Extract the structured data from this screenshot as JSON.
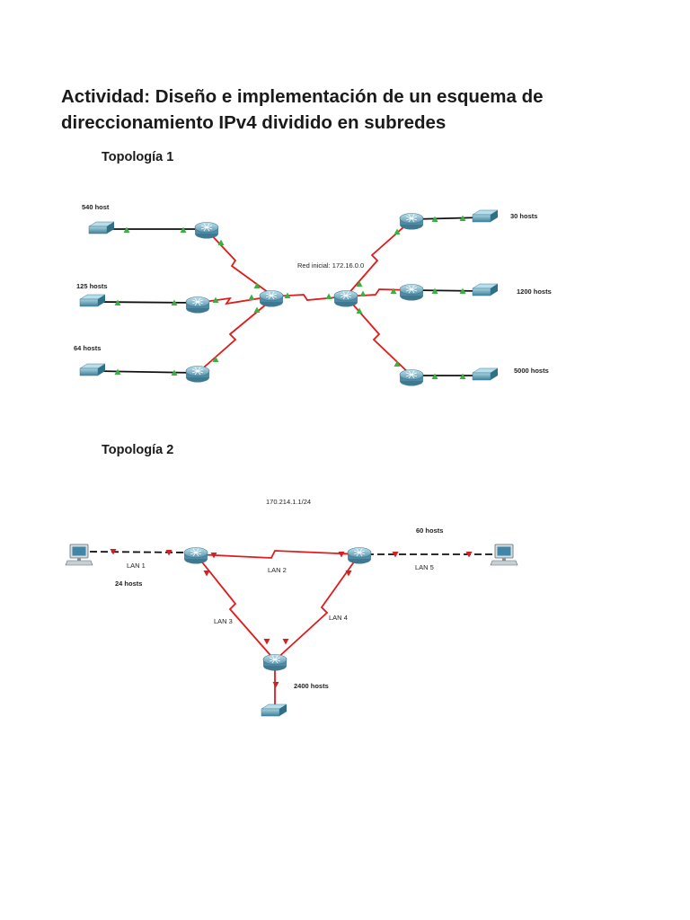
{
  "title_line1": "Actividad: Diseño e implementación de un esquema de",
  "title_line2": "direccionamiento IPv4 dividido en subredes",
  "topologia1": {
    "heading": "Topología 1",
    "labels": {
      "lan540": "540 host",
      "lan125": "125 hosts",
      "lan64": "64 hosts",
      "red_inicial": "Red inicial: 172.16.0.0",
      "lan30": "30 hosts",
      "lan1200": "1200 hosts",
      "lan5000": "5000 hosts"
    }
  },
  "topologia2": {
    "heading": "Topología 2",
    "labels": {
      "network": "170.214.1.1/24",
      "lan1": "LAN 1",
      "hosts24": "24 hosts",
      "lan2": "LAN 2",
      "lan3": "LAN 3",
      "lan4": "LAN 4",
      "lan5": "LAN 5",
      "hosts60": "60 hosts",
      "hosts2400": "2400 hosts"
    }
  },
  "colors": {
    "serial_link": "#e01b1b",
    "port_up": "#3cb043",
    "port_down": "#d62020",
    "device": "#5a9fb8"
  }
}
